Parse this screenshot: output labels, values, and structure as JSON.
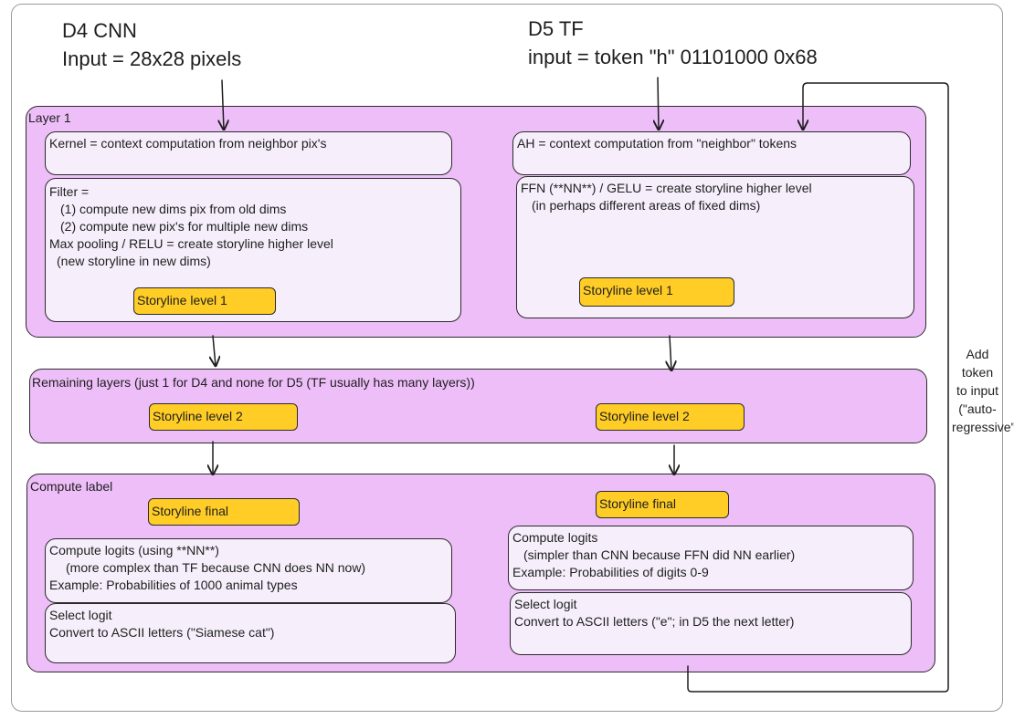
{
  "cnn": {
    "title": "D4 CNN",
    "input": "Input = 28x28 pixels"
  },
  "tf": {
    "title": "D5 TF",
    "input": "input = token \"h\" 01101000 0x68"
  },
  "layer1": {
    "title": "Layer 1",
    "cnn_kernel": "Kernel = context computation from neighbor pix's",
    "cnn_filter": [
      "Filter =",
      "(1) compute new dims pix from old dims",
      "(2) compute new pix's for multiple new dims",
      "Max pooling / RELU = create storyline higher level",
      "(new storyline in new dims)"
    ],
    "cnn_badge": "Storyline level 1",
    "tf_ah": "AH = context computation from \"neighbor\" tokens",
    "tf_ffn": [
      "FFN (**NN**) / GELU = create storyline higher level",
      "(in perhaps different areas of fixed dims)"
    ],
    "tf_badge": "Storyline level 1"
  },
  "remaining": {
    "title": "Remaining layers (just 1 for D4 and none for D5 (TF usually has many layers))",
    "cnn_badge": "Storyline level 2",
    "tf_badge": "Storyline level 2"
  },
  "compute": {
    "title": "Compute label",
    "cnn_badge": "Storyline final",
    "tf_badge": "Storyline final",
    "cnn_logits": [
      "Compute logits (using **NN**)",
      "(more complex than TF because CNN does NN now)",
      "Example: Probabilities of 1000 animal types"
    ],
    "cnn_select": [
      "Select logit",
      "Convert to ASCII letters (\"Siamese cat\")"
    ],
    "tf_logits": [
      "Compute logits",
      "(simpler than CNN because FFN did NN earlier)",
      "Example: Probabilities of digits 0-9"
    ],
    "tf_select": [
      "Select logit",
      "Convert to ASCII letters (\"e\"; in D5 the next letter)"
    ]
  },
  "feedback_note": "Add token\nto input\n(\"auto-\nregressive\""
}
